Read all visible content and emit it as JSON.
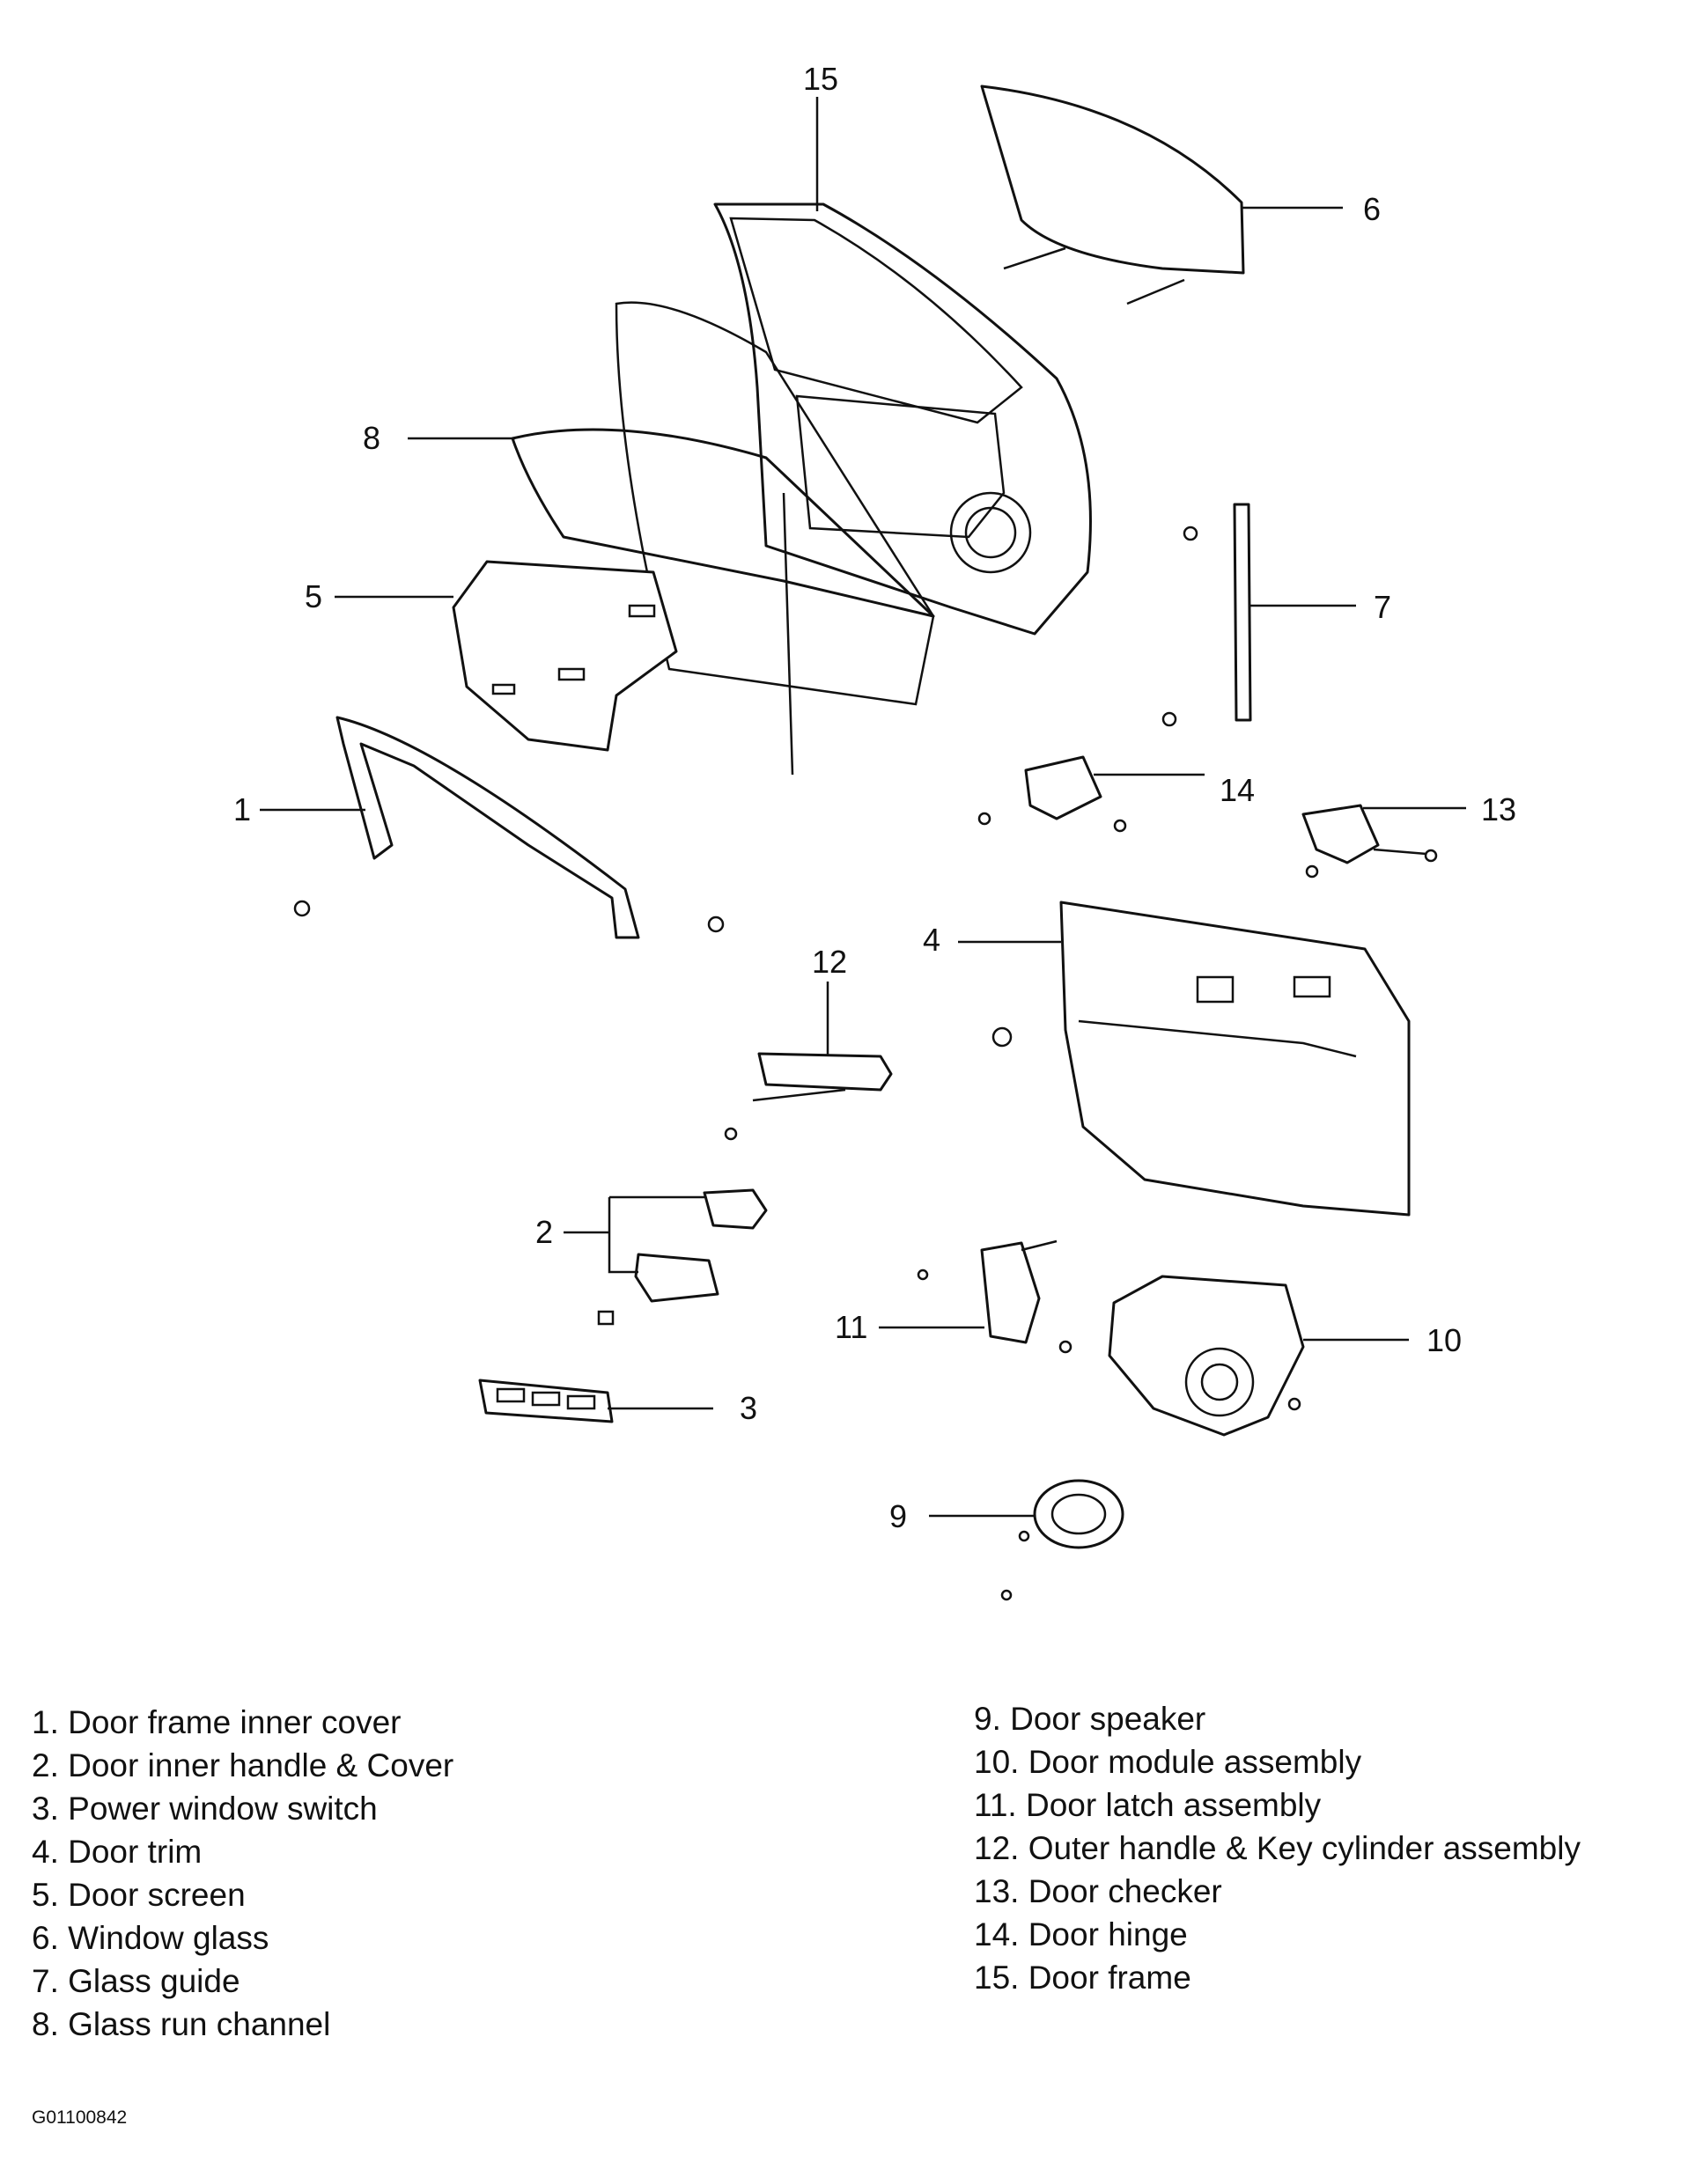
{
  "callouts": [
    "1",
    "2",
    "3",
    "4",
    "5",
    "6",
    "7",
    "8",
    "9",
    "10",
    "11",
    "12",
    "13",
    "14",
    "15"
  ],
  "legend_left": [
    "1. Door frame inner cover",
    "2. Door inner handle & Cover",
    "3. Power window switch",
    "4. Door trim",
    "5. Door screen",
    "6. Window glass",
    "7. Glass guide",
    "8. Glass run channel"
  ],
  "legend_right": [
    "9. Door speaker",
    "10. Door module assembly",
    "11. Door latch assembly",
    "12. Outer handle & Key cylinder assembly",
    "13. Door checker",
    "14. Door hinge",
    "15. Door frame"
  ],
  "figure_id": "G01100842"
}
